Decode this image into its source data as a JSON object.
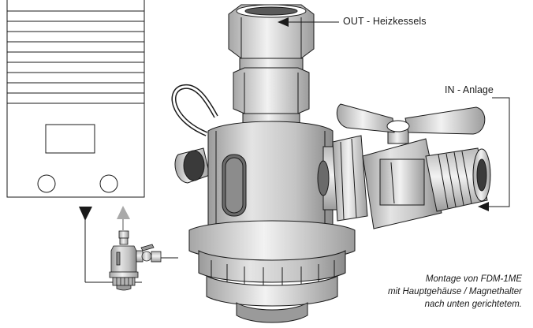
{
  "labels": {
    "outlet": "OUT - Heizkessels",
    "inlet": "IN - Anlage"
  },
  "caption": {
    "line1": "Montage von FDM-1ME",
    "line2": "mit Hauptgehäuse / Magnethalter",
    "line3": "nach unten gerichtetem."
  },
  "colors": {
    "ink": "#1a1a1a",
    "body_fill": "#c8c8c8",
    "window_fill": "#8c8c8c",
    "flow_out_arrow": "#1a1a1a",
    "flow_in_arrow": "#a9a9a9"
  },
  "icons": {
    "boiler": "wall-boiler-icon",
    "filter": "magnetic-filter-icon",
    "valve": "ball-valve-icon"
  }
}
